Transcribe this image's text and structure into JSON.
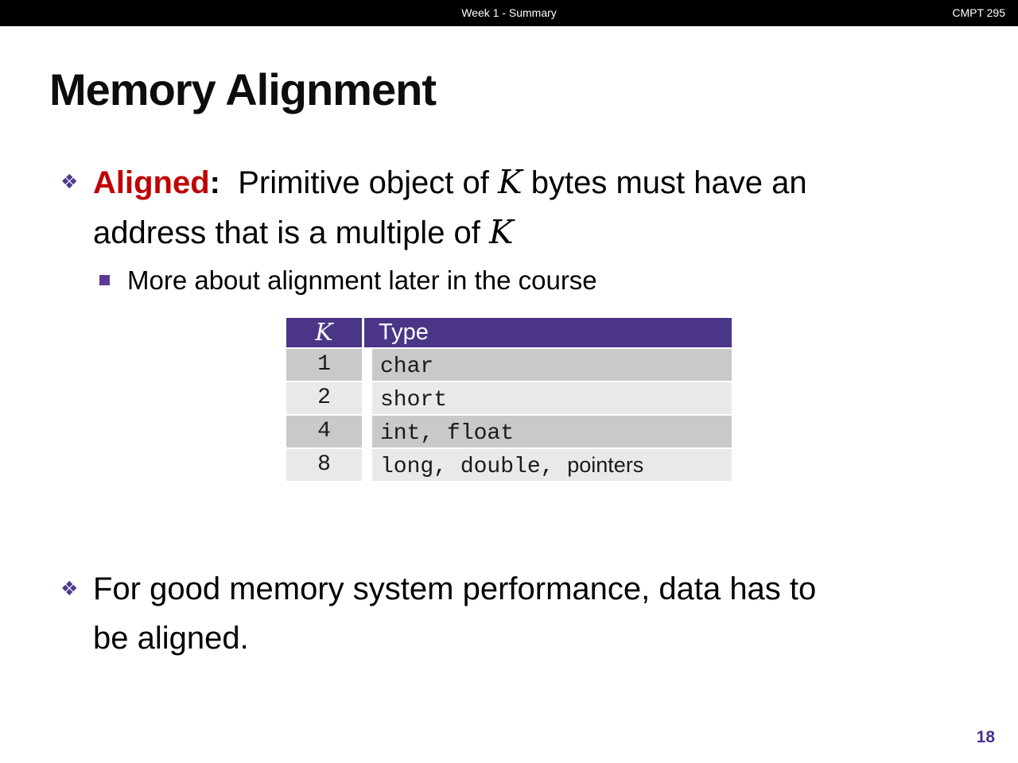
{
  "header": {
    "center": "Week 1 - Summary",
    "right": "CMPT 295"
  },
  "title": "Memory Alignment",
  "icons": {
    "diamond_bullet": "❖"
  },
  "bullet1": {
    "lead": "Aligned",
    "separator": ":",
    "line1_pre": "  Primitive object of ",
    "k1": "K",
    "line1_post": " bytes must have an",
    "line2_pre": "address that is a multiple of ",
    "k2": "K"
  },
  "subbullet": {
    "text": "More about alignment later in the course"
  },
  "table": {
    "header": {
      "k": "K",
      "type": "Type"
    },
    "rows": [
      {
        "k": "1",
        "mono": "char",
        "sans": ""
      },
      {
        "k": "2",
        "mono": "short",
        "sans": ""
      },
      {
        "k": "4",
        "mono": "int, float",
        "sans": ""
      },
      {
        "k": "8",
        "mono": "long, double, ",
        "sans": "pointers"
      }
    ]
  },
  "bullet2": {
    "line1": "For good memory system performance, data has to",
    "line2": "be aligned."
  },
  "page_number": "18",
  "colors": {
    "top_bar": "#000000",
    "accent_red": "#c00000",
    "table_header_purple": "#4a3587",
    "row_dark": "#c9c9c9",
    "row_light": "#e9e9e9",
    "bullet_purple": "#4f3a93",
    "sub_bullet_purple": "#5b3a97",
    "page_number_purple": "#4a2f8f"
  }
}
